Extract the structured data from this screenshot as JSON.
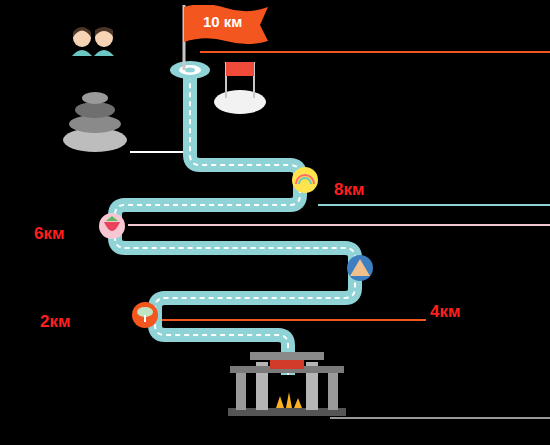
{
  "diagram": {
    "nodes": [
      {
        "text": [
          "10 км"
        ]
      }
    ],
    "labels": [
      "8км",
      "6км",
      "2км",
      "4км"
    ]
  }
}
